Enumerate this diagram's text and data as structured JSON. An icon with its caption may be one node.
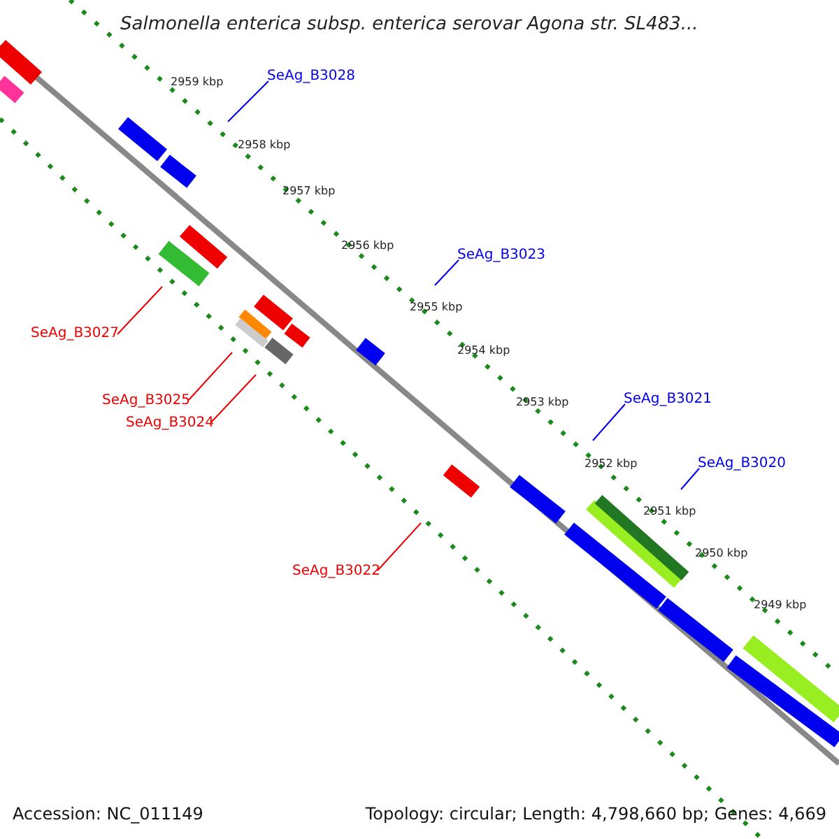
{
  "diagram": {
    "title": "Salmonella enterica subsp. enterica serovar Agona str. SL483...",
    "nodes": [
      {
        "text": [
          "SeAg_B3028"
        ]
      },
      {
        "text": [
          "SeAg_B3023"
        ]
      },
      {
        "text": [
          "SeAg_B3027"
        ]
      },
      {
        "text": [
          "SeAg_B3025"
        ]
      },
      {
        "text": [
          "SeAg_B3024"
        ]
      },
      {
        "text": [
          "SeAg_B3021"
        ]
      },
      {
        "text": [
          "SeAg_B3020"
        ]
      },
      {
        "text": [
          "SeAg_B3022"
        ]
      }
    ],
    "edges": [
      {
        "from": 0,
        "to": null,
        "arrow": "none"
      },
      {
        "from": 1,
        "to": null,
        "arrow": "none"
      },
      {
        "from": 2,
        "to": null,
        "arrow": "none",
        "color": "#ee0000"
      },
      {
        "from": 3,
        "to": null,
        "arrow": "none",
        "color": "#ee0000"
      },
      {
        "from": 4,
        "to": null,
        "arrow": "none",
        "color": "#ee0000"
      },
      {
        "from": 5,
        "to": null,
        "arrow": "none"
      },
      {
        "from": 6,
        "to": null,
        "arrow": "none"
      },
      {
        "from": 7,
        "to": null,
        "arrow": "none",
        "color": "#ee0000"
      }
    ],
    "labels": [
      "2959 kbp",
      "2958 kbp",
      "2957 kbp",
      "2956 kbp",
      "2955 kbp",
      "2954 kbp",
      "2953 kbp",
      "2952 kbp",
      "2951 kbp",
      "2950 kbp",
      "2949 kbp",
      "Accession: NC_011149",
      "Topology: circular; Length: 4,798,660 bp; Genes: 4,669"
    ]
  }
}
